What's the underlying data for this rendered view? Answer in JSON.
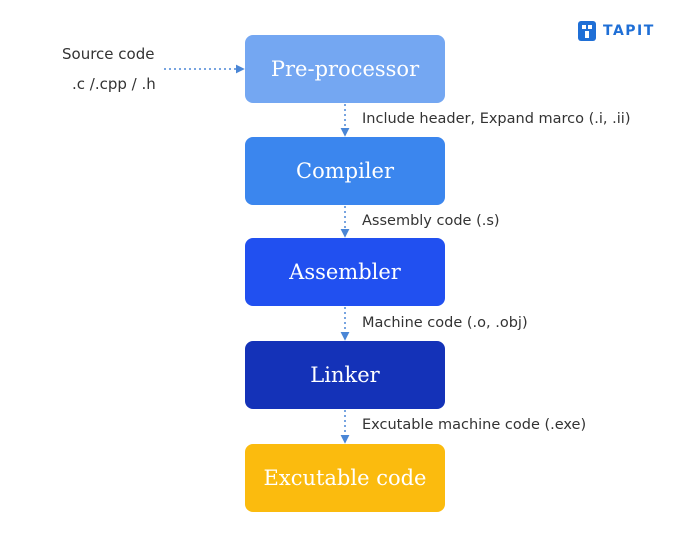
{
  "logo": {
    "text": "TAPIT",
    "icon": "tapit-logo-icon",
    "color": "#1f6fd6"
  },
  "source": {
    "line1": "Source code",
    "line2": ".c /.cpp / .h"
  },
  "stages": [
    {
      "label": "Pre-processor",
      "color": "#74a7f2"
    },
    {
      "label": "Compiler",
      "color": "#3b86ee"
    },
    {
      "label": "Assembler",
      "color": "#2150f0"
    },
    {
      "label": "Linker",
      "color": "#1432b8"
    },
    {
      "label": "Excutable code",
      "color": "#fbbb0e"
    }
  ],
  "edges": [
    {
      "label": "Include header, Expand marco (.i, .ii)"
    },
    {
      "label": "Assembly code (.s)"
    },
    {
      "label": "Machine code (.o, .obj)"
    },
    {
      "label": "Excutable machine code (.exe)"
    }
  ],
  "connector_color": "#4a86d6"
}
